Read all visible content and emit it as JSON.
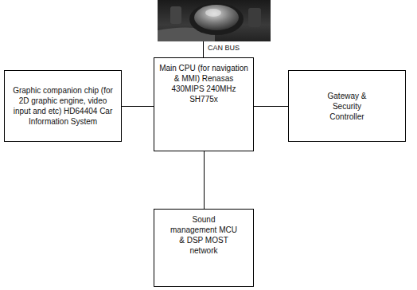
{
  "diagram": {
    "nodes": [
      {
        "text": [
          "Graphic companion chip (for 2D graphic engine, video input and etc) HD64404 Car Information System"
        ]
      },
      {
        "text": [
          "Main CPU (for navigation & MMI) Renasas 430MIPS 240MHz SH775x"
        ]
      },
      {
        "text": [
          "Gateway & Security Controller"
        ]
      },
      {
        "text": [
          "Sound management MCU & DSP MOST network"
        ]
      }
    ],
    "edges": [
      {
        "from": 1,
        "to": 0,
        "arrow": "none"
      },
      {
        "from": 1,
        "to": 2,
        "arrow": "none"
      },
      {
        "from": 1,
        "to": 3,
        "arrow": "none"
      }
    ],
    "labels": [
      "CAN BUS"
    ]
  }
}
